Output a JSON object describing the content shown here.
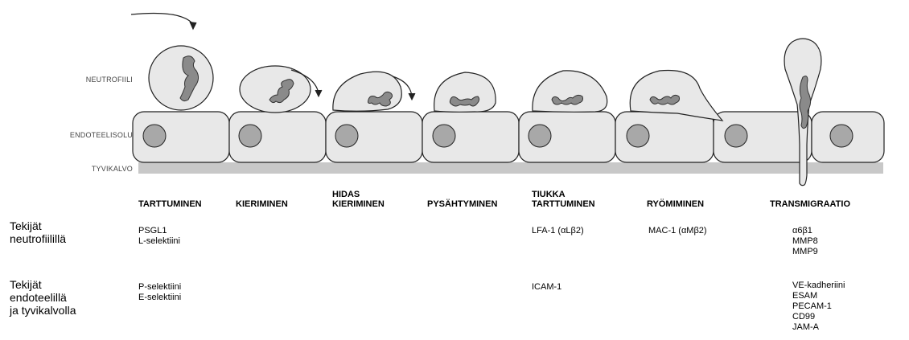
{
  "labels": {
    "neutrophil": "NEUTROFIILI",
    "endothelial": "ENDOTEELISOLU",
    "basement": "TYVIKALVO"
  },
  "stages": [
    {
      "line1": "",
      "line2": "TARTTUMINEN"
    },
    {
      "line1": "",
      "line2": "KIERIMINEN"
    },
    {
      "line1": "HIDAS",
      "line2": "KIERIMINEN"
    },
    {
      "line1": "",
      "line2": "PYSÄHTYMINEN"
    },
    {
      "line1": "TIUKKA",
      "line2": "TARTTUMINEN"
    },
    {
      "line1": "",
      "line2": "RYÖMIMINEN"
    },
    {
      "line1": "",
      "line2": "TRANSMIGRAATIO"
    }
  ],
  "rows": {
    "neutrophil": {
      "line1": "Tekijät",
      "line2": "neutrofiilillä",
      "line3": ""
    },
    "endothelial": {
      "line1": "Tekijät",
      "line2": "endoteelillä",
      "line3": "ja tyvikalvolla"
    }
  },
  "factors": {
    "neutrophil": [
      {
        "col": 0,
        "items": [
          "PSGL1",
          "L-selektiini"
        ]
      },
      {
        "col": 4,
        "items": [
          "LFA-1 (αLβ2)"
        ]
      },
      {
        "col": 5,
        "items": [
          "MAC-1 (αMβ2)"
        ]
      },
      {
        "col": 6,
        "items": [
          "α6β1",
          "MMP8",
          "MMP9"
        ]
      }
    ],
    "endothelial": [
      {
        "col": 0,
        "items": [
          "P-selektiini",
          "E-selektiini"
        ]
      },
      {
        "col": 4,
        "items": [
          "ICAM-1"
        ]
      },
      {
        "col": 6,
        "items": [
          "VE-kadheriini",
          "ESAM",
          "PECAM-1",
          "CD99",
          "JAM-A"
        ]
      }
    ]
  },
  "colors": {
    "cell_fill": "#e8e8e8",
    "nucleus_fill": "#a8a8a8",
    "basement_fill": "#c8c8c8",
    "outline": "#222222"
  }
}
